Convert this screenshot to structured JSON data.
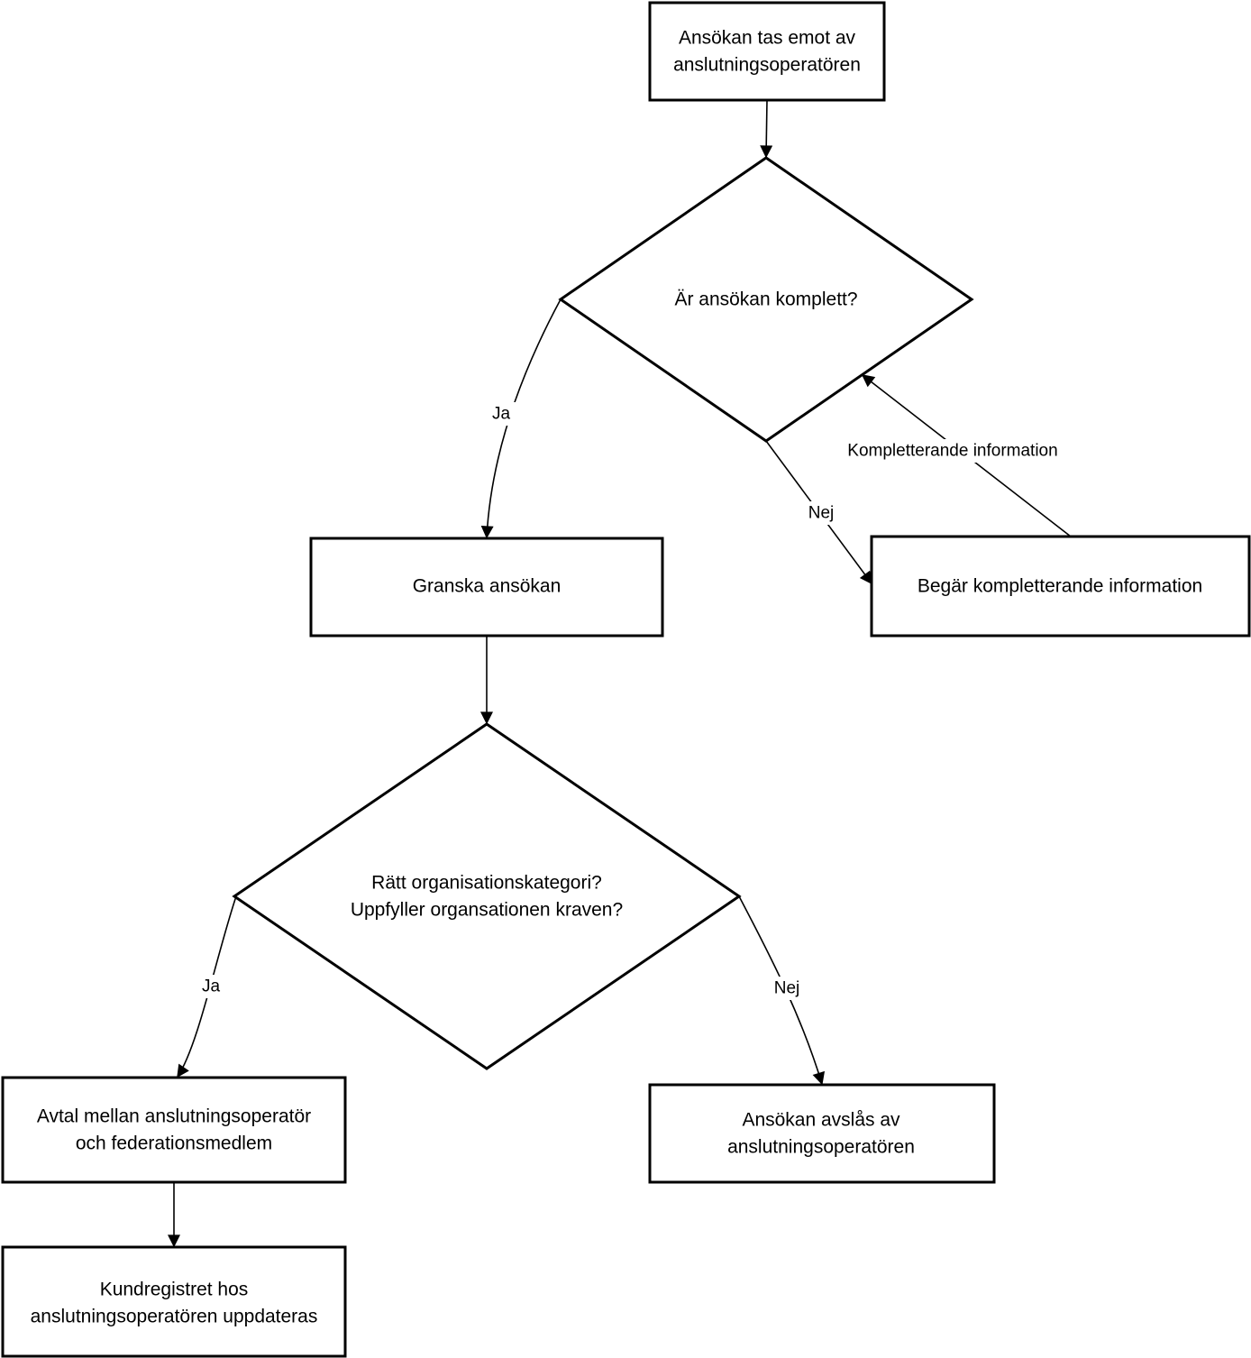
{
  "diagram": {
    "nodes": {
      "received": {
        "lines": [
          "Ansökan tas emot av",
          "anslutningsoperatören"
        ]
      },
      "complete_check": {
        "lines": [
          "Är ansökan komplett?"
        ]
      },
      "review": {
        "lines": [
          "Granska ansökan"
        ]
      },
      "request_info": {
        "lines": [
          "Begär kompletterande information"
        ]
      },
      "category_check": {
        "lines": [
          "Rätt organisationskategori?",
          "Uppfyller organsationen kraven?"
        ]
      },
      "agreement": {
        "lines": [
          "Avtal mellan anslutningsoperatör",
          "och federationsmedlem"
        ]
      },
      "rejected": {
        "lines": [
          "Ansökan avslås av",
          "anslutningsoperatören"
        ]
      },
      "registry": {
        "lines": [
          "Kundregistret hos",
          "anslutningsoperatören uppdateras"
        ]
      }
    },
    "edges": {
      "complete_yes": "Ja",
      "complete_no": "Nej",
      "supplement": "Kompletterande information",
      "category_yes": "Ja",
      "category_no": "Nej"
    }
  }
}
